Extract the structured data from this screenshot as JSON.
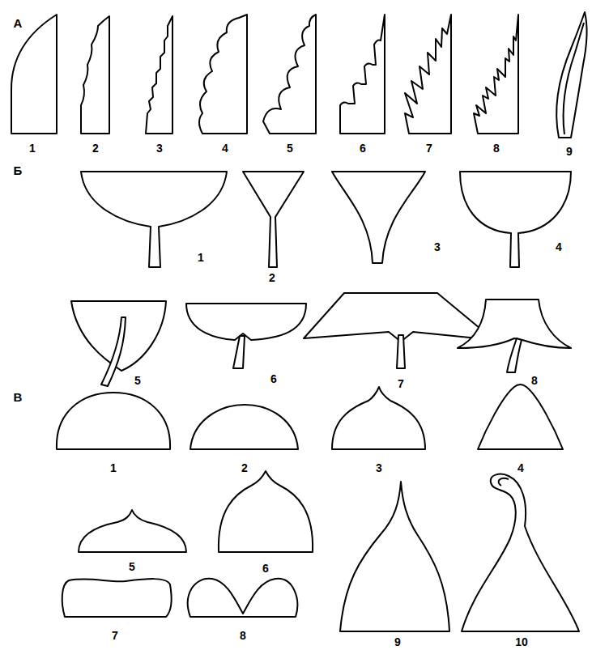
{
  "diagram": {
    "labels": [
      "А",
      "1",
      "2",
      "3",
      "4",
      "5",
      "6",
      "7",
      "8",
      "9",
      "Б",
      "1",
      "2",
      "3",
      "4",
      "5",
      "6",
      "7",
      "8",
      "В",
      "1",
      "2",
      "3",
      "4",
      "5",
      "6",
      "7",
      "8",
      "9",
      "10"
    ]
  }
}
